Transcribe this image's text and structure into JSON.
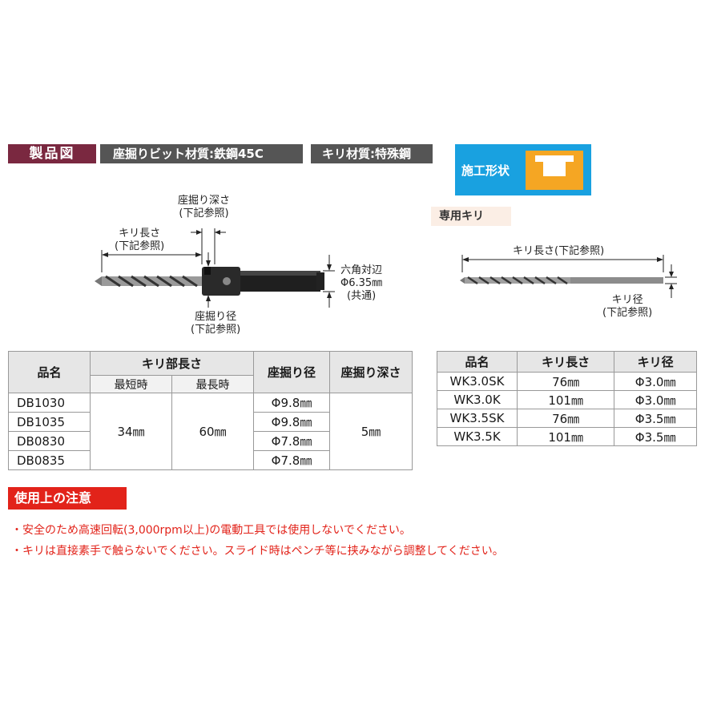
{
  "tags": {
    "product": "製品図",
    "bit_material": "座掘りビット材質:鉄鋼45C",
    "drill_material": "キリ材質:特殊鋼"
  },
  "construction_shape": {
    "label": "施工形状"
  },
  "dedicated_drill": "専用キリ",
  "figure_bit": {
    "depth_line1": "座掘り深さ",
    "depth_line2": "(下記参照)",
    "length_line1": "キリ長さ",
    "length_line2": "(下記参照)",
    "hex_line1": "六角対辺",
    "hex_line2": "Φ6.35㎜",
    "hex_line3": "(共通)",
    "diameter_line1": "座掘り径",
    "diameter_line2": "(下記参照)"
  },
  "figure_drill": {
    "length": "キリ長さ(下記参照)",
    "diameter_line1": "キリ径",
    "diameter_line2": "(下記参照)"
  },
  "main_table": {
    "headers": {
      "name": "品名",
      "drill_length": "キリ部長さ",
      "shortest": "最短時",
      "longest": "最長時",
      "diameter": "座掘り径",
      "depth": "座掘り深さ"
    },
    "codes": [
      "DB1030",
      "DB1035",
      "DB0830",
      "DB0835"
    ],
    "shortest": "34㎜",
    "longest": "60㎜",
    "diameters": [
      "Φ9.8㎜",
      "Φ9.8㎜",
      "Φ7.8㎜",
      "Φ7.8㎜"
    ],
    "depth": "5㎜"
  },
  "drill_table": {
    "headers": {
      "name": "品名",
      "length": "キリ長さ",
      "diameter": "キリ径"
    },
    "rows": [
      {
        "name": "WK3.0SK",
        "length": "76㎜",
        "diameter": "Φ3.0㎜"
      },
      {
        "name": "WK3.0K",
        "length": "101㎜",
        "diameter": "Φ3.0㎜"
      },
      {
        "name": "WK3.5SK",
        "length": "76㎜",
        "diameter": "Φ3.5㎜"
      },
      {
        "name": "WK3.5K",
        "length": "101㎜",
        "diameter": "Φ3.5㎜"
      }
    ]
  },
  "caution": {
    "title": "使用上の注意",
    "lines": [
      "・安全のため高速回転(3,000rpm以上)の電動工具では使用しないでください。",
      "・キリは直接素手で触らないでください。スライド時はペンチ等に挟みながら調整してください。"
    ]
  }
}
